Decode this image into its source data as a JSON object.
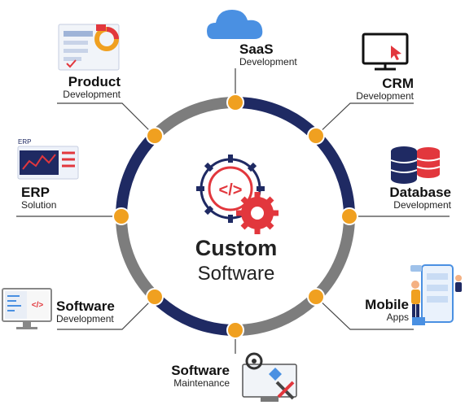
{
  "center": {
    "title": "Custom",
    "subtitle": "Software"
  },
  "items": [
    {
      "title": "SaaS",
      "subtitle": "Development"
    },
    {
      "title": "CRM",
      "subtitle": "Development"
    },
    {
      "title": "Database",
      "subtitle": "Development"
    },
    {
      "title": "Mobile",
      "subtitle": "Apps"
    },
    {
      "title": "Software",
      "subtitle": "Maintenance"
    },
    {
      "title": "Software",
      "subtitle": "Development"
    },
    {
      "title": "ERP",
      "subtitle": "Solution"
    },
    {
      "title": "Product",
      "subtitle": "Development"
    }
  ],
  "icon_texts": {
    "erp_badge": "ERP",
    "code_glyph": "</>"
  },
  "colors": {
    "ring_navy": "#1f2a63",
    "ring_gray": "#7d7d7d",
    "node_orange": "#f0a020",
    "accent_red": "#e2373d",
    "cloud_blue": "#4a90e2"
  }
}
